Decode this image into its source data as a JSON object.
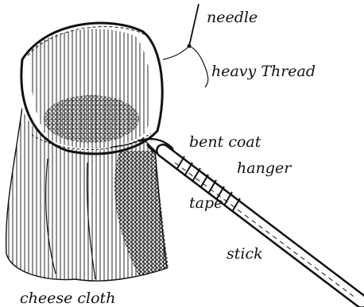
{
  "labels": {
    "needle": "needle",
    "thread": "heavy Thread",
    "hanger_line1": "bent coat",
    "hanger_line2": "hanger",
    "tape": "tape",
    "stick": "stick",
    "cloth": "cheese cloth"
  },
  "colors": {
    "ink": "#111111",
    "paper": "#ffffff"
  }
}
